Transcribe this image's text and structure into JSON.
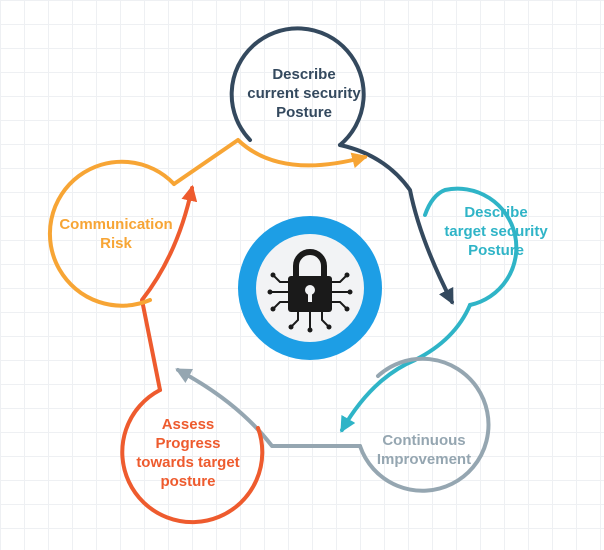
{
  "colors": {
    "navy": "#34495e",
    "teal": "#2fb4c7",
    "grey": "#95a6b1",
    "red": "#ee5b2e",
    "orange": "#f7a535",
    "hub_ring": "#1d9ee5",
    "hub_inner": "#f2f3f5",
    "icon": "#1a1a1a"
  },
  "stages": [
    {
      "id": "describe-current",
      "color_key": "navy",
      "lines": [
        "Describe",
        "current security",
        "Posture"
      ]
    },
    {
      "id": "describe-target",
      "color_key": "teal",
      "lines": [
        "Describe",
        "target security",
        "Posture"
      ]
    },
    {
      "id": "continuous",
      "color_key": "grey",
      "lines": [
        "Continuous",
        "Improvement"
      ]
    },
    {
      "id": "assess",
      "color_key": "red",
      "lines": [
        "Assess",
        "Progress",
        "towards target",
        "posture"
      ]
    },
    {
      "id": "communication",
      "color_key": "orange",
      "lines": [
        "Communication",
        "Risk"
      ]
    }
  ],
  "hub": {
    "icon": "circuit-padlock-icon"
  }
}
